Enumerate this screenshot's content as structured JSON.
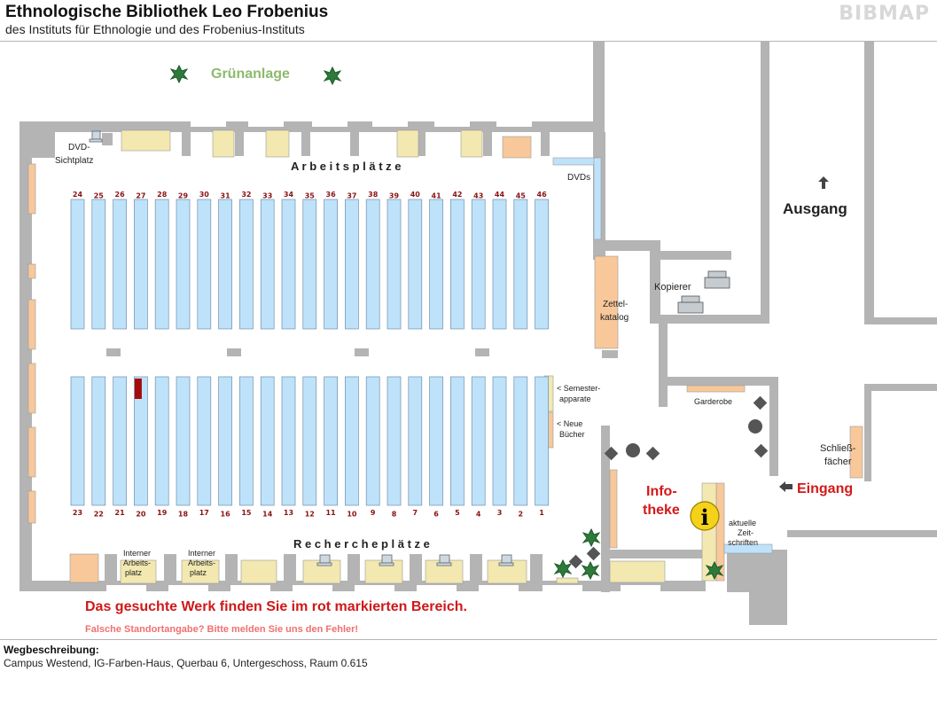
{
  "header": {
    "title": "Ethnologische Bibliothek Leo Frobenius",
    "subtitle": "des Instituts für Ethnologie und des Frobenius-Instituts",
    "brand": "BIBMAP"
  },
  "map": {
    "green_area": "Grünanlage",
    "workspaces": "A r b e i t s p l ä t z e",
    "research": "R e c h e r c h e p l ä t z e",
    "dvd_station": [
      "DVD-",
      "Sichtplatz"
    ],
    "dvds": "DVDs",
    "card_catalog": [
      "Zettel-",
      "katalog"
    ],
    "copier": "Kopierer",
    "exit": "Ausgang",
    "entrance": "Eingang",
    "wardrobe": "Garderobe",
    "lockers": [
      "Schließ-",
      "fächer"
    ],
    "info_desk": [
      "Info-",
      "theke"
    ],
    "info_symbol": "i",
    "journals": [
      "aktuelle",
      "Zeit-",
      "schriften"
    ],
    "semester": [
      "< Semester-",
      "apparate"
    ],
    "new_books": [
      "< Neue",
      "Bücher"
    ],
    "internal_workspace": [
      "Interner",
      "Arbeits-",
      "platz"
    ],
    "top_row_numbers": [
      "24",
      "25",
      "26",
      "27",
      "28",
      "29",
      "30",
      "31",
      "32",
      "33",
      "34",
      "35",
      "36",
      "37",
      "38",
      "39",
      "40",
      "41",
      "42",
      "43",
      "44",
      "45",
      "46"
    ],
    "bottom_row_numbers": [
      "23",
      "22",
      "21",
      "20",
      "19",
      "18",
      "17",
      "16",
      "15",
      "14",
      "13",
      "12",
      "11",
      "10",
      "9",
      "8",
      "7",
      "6",
      "5",
      "4",
      "3",
      "2",
      "1"
    ],
    "highlighted_shelf": "20",
    "colors": {
      "shelf": "#bfe2fb",
      "highlight": "#a40c0c",
      "wall": "#b4b4b4",
      "desk": "#f2e8b0",
      "orange": "#f8c89a",
      "green_text": "#8cba6c",
      "red_text": "#d41818"
    }
  },
  "message": {
    "main": "Das gesuchte Werk finden Sie im rot markierten Bereich.",
    "sub": "Falsche Standortangabe? Bitte melden Sie uns den Fehler!"
  },
  "directions": {
    "title": "Wegbeschreibung:",
    "text": "Campus Westend, IG-Farben-Haus, Querbau 6, Untergeschoss, Raum 0.615"
  }
}
